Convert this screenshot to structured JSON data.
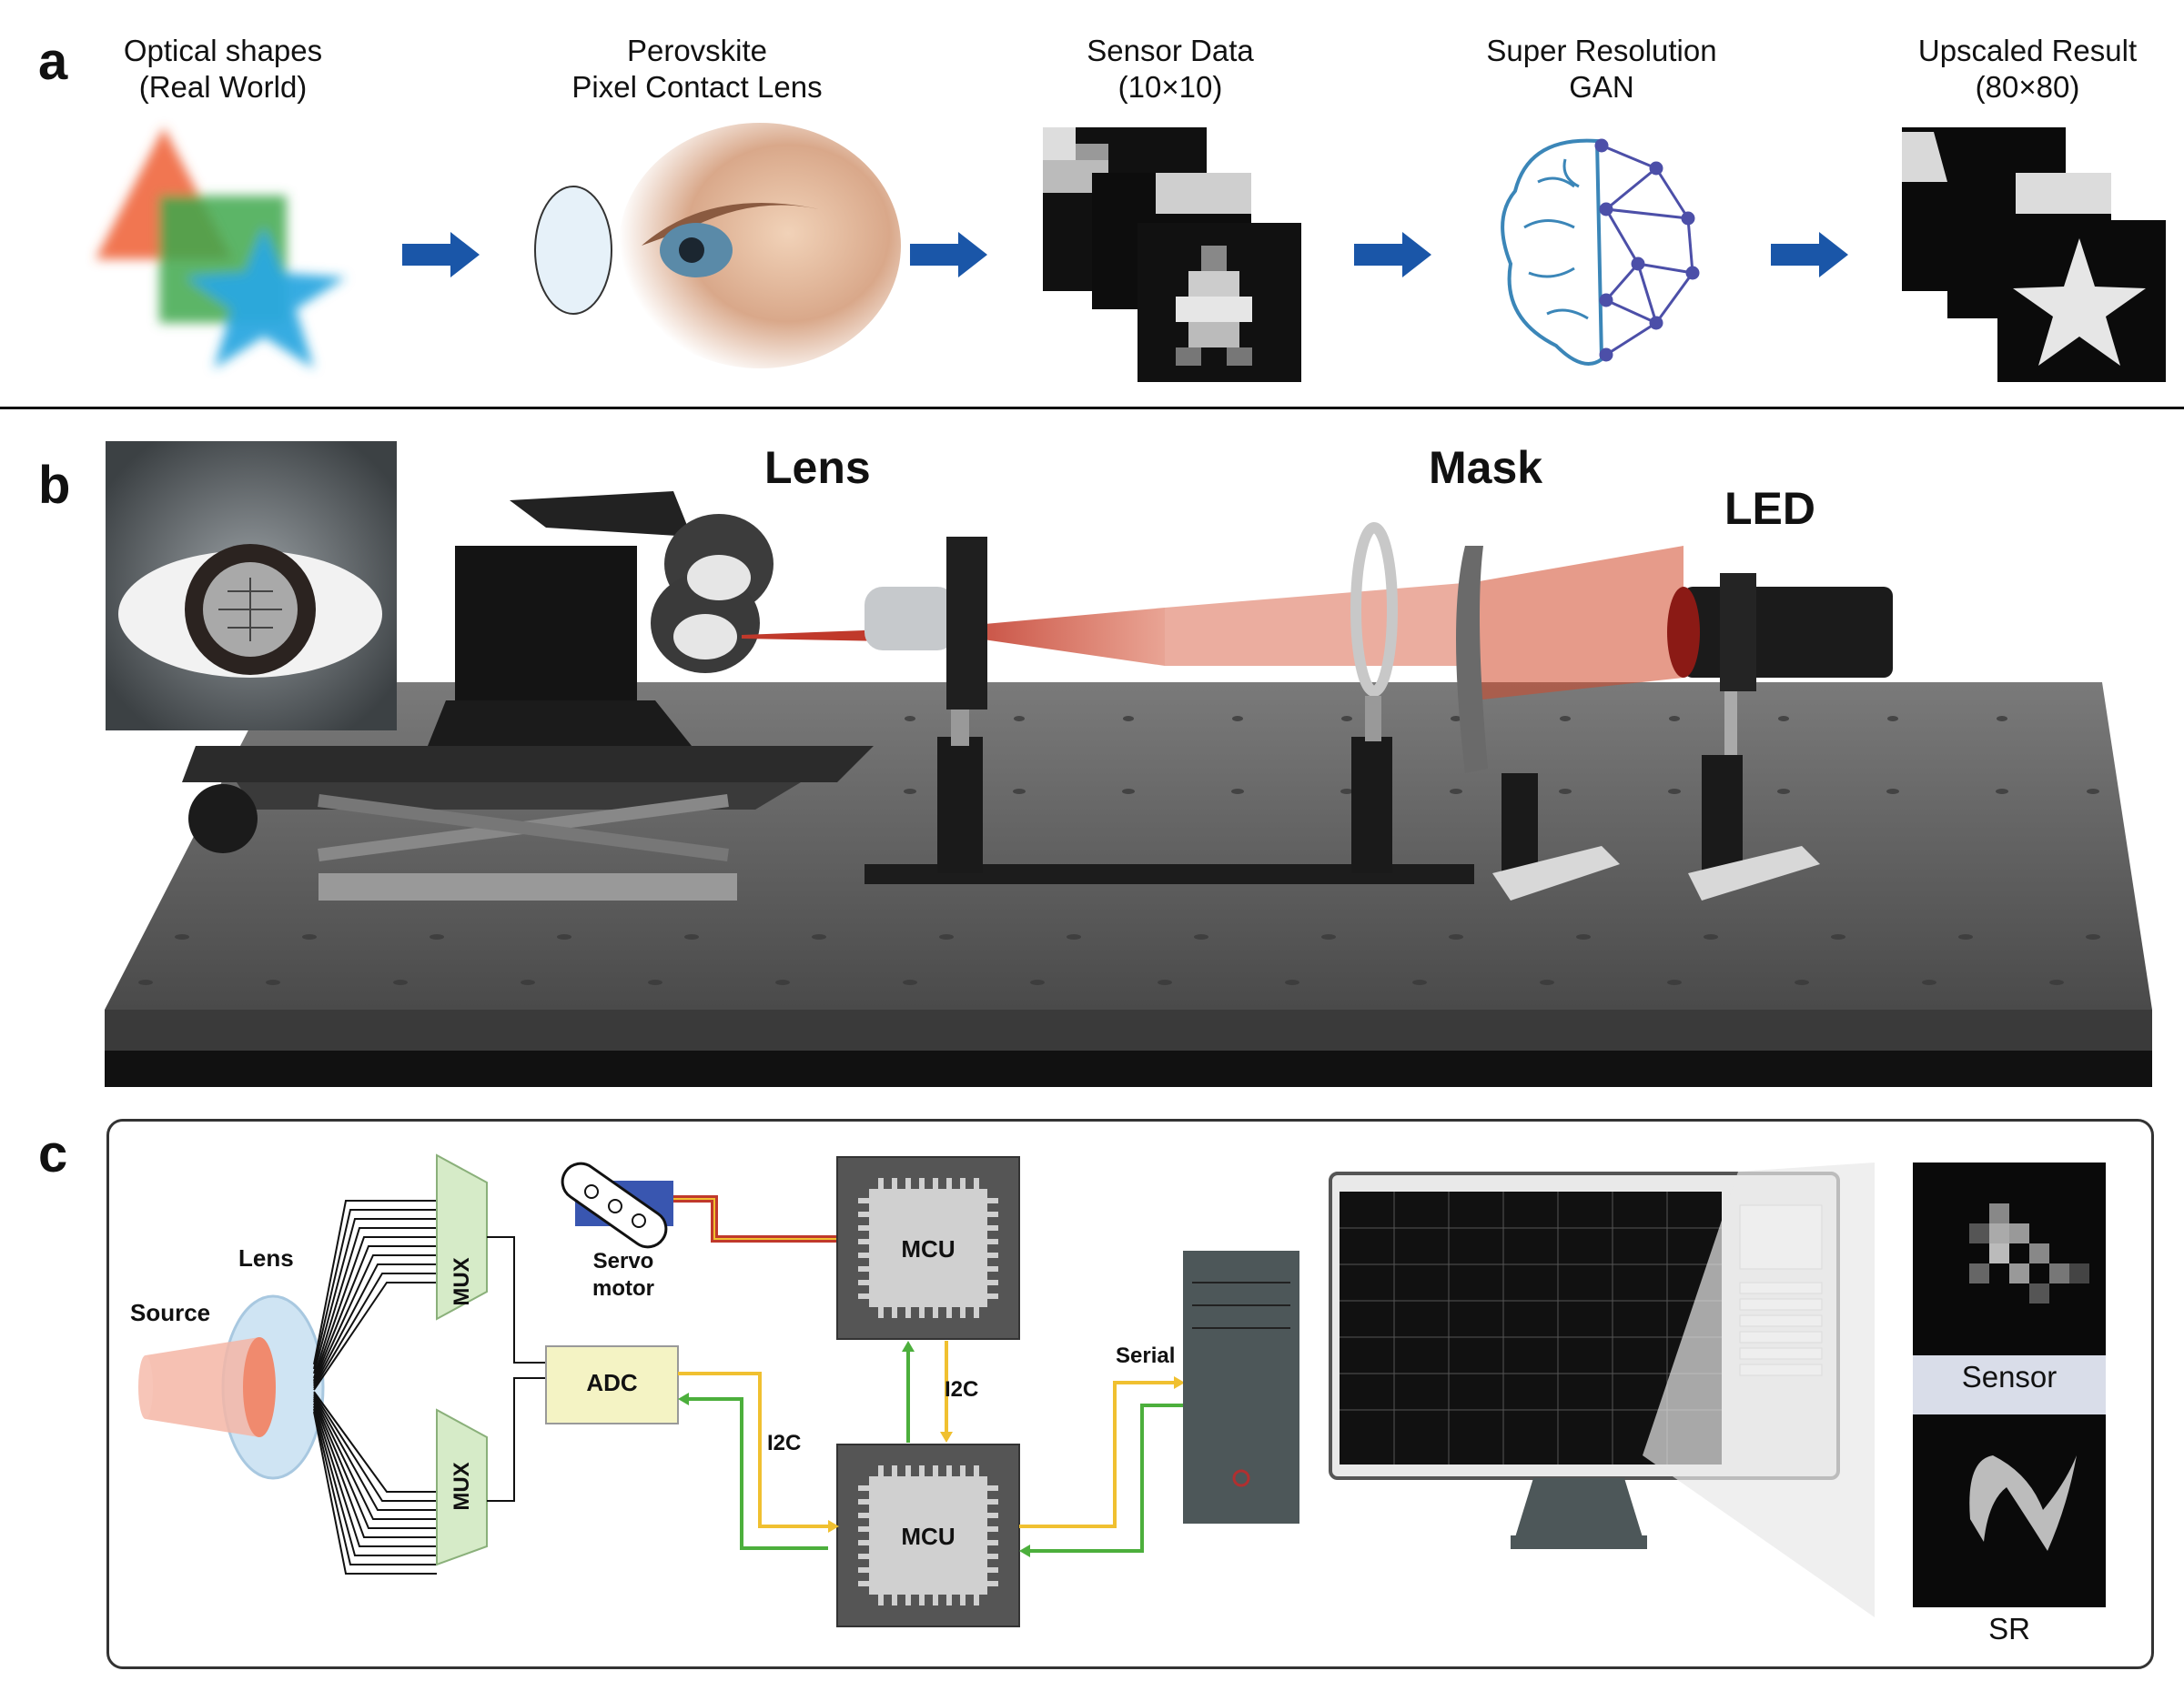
{
  "panels": {
    "a": "a",
    "b": "b",
    "c": "c"
  },
  "panel_a": {
    "stages": [
      {
        "line1": "Optical shapes",
        "line2": "(Real World)"
      },
      {
        "line1": "Perovskite",
        "line2": "Pixel Contact Lens"
      },
      {
        "line1": "Sensor Data",
        "line2": "(10×10)"
      },
      {
        "line1": "Super Resolution",
        "line2": "GAN"
      },
      {
        "line1": "Upscaled Result",
        "line2": "(80×80)"
      }
    ],
    "arrow_color": "#1a56a8"
  },
  "panel_b": {
    "labels": {
      "lens": "Lens",
      "mask": "Mask",
      "led": "LED"
    },
    "beam_color": "#d2492a"
  },
  "panel_c": {
    "labels": {
      "source": "Source",
      "lens": "Lens",
      "mux": "MUX",
      "adc": "ADC",
      "servo_line1": "Servo",
      "servo_line2": "motor",
      "mcu": "MCU",
      "i2c": "I2C",
      "serial": "Serial",
      "sensor": "Sensor",
      "sr": "SR"
    },
    "colors": {
      "i2c_yellow": "#f0c030",
      "i2c_green": "#4caf3c",
      "servo_wire": "#c0392b",
      "mux_fill": "#d6ebc8",
      "adc_fill": "#f4f3c4"
    }
  }
}
